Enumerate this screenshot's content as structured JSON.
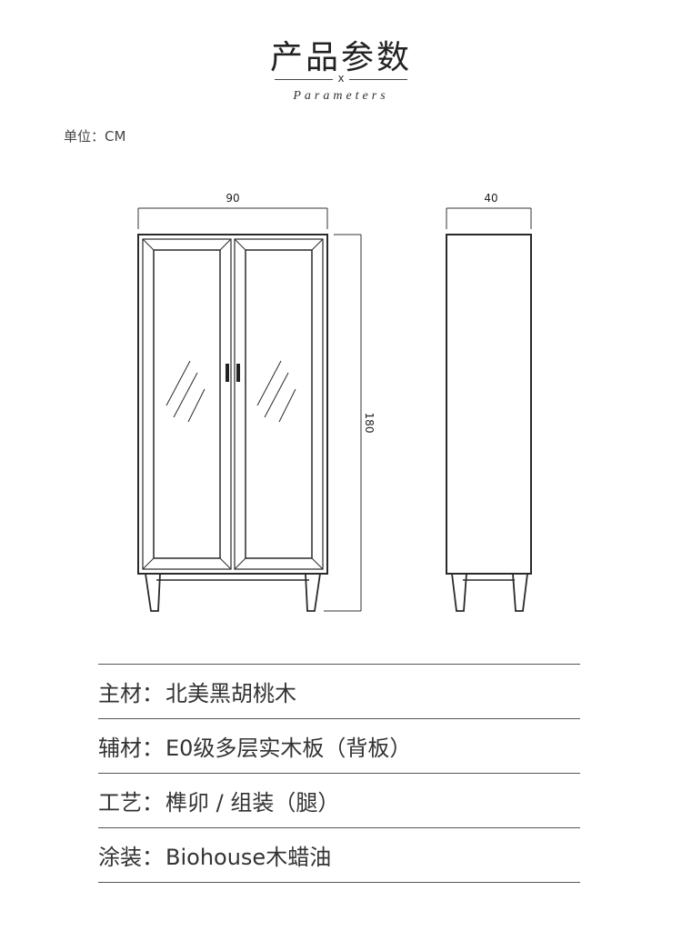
{
  "header": {
    "title": "产品参数",
    "divider_mark": "x",
    "subtitle": "Parameters"
  },
  "unit_label": "单位：CM",
  "dimensions": {
    "width": "90",
    "depth": "40",
    "height": "180"
  },
  "specs": [
    {
      "label": "主材：",
      "value": "北美黑胡桃木"
    },
    {
      "label": "辅材：",
      "value": "E0级多层实木板（背板）"
    },
    {
      "label": "工艺：",
      "value": "榫卯 / 组装（腿）"
    },
    {
      "label": "涂装：",
      "value": "Biohouse木蜡油"
    }
  ]
}
